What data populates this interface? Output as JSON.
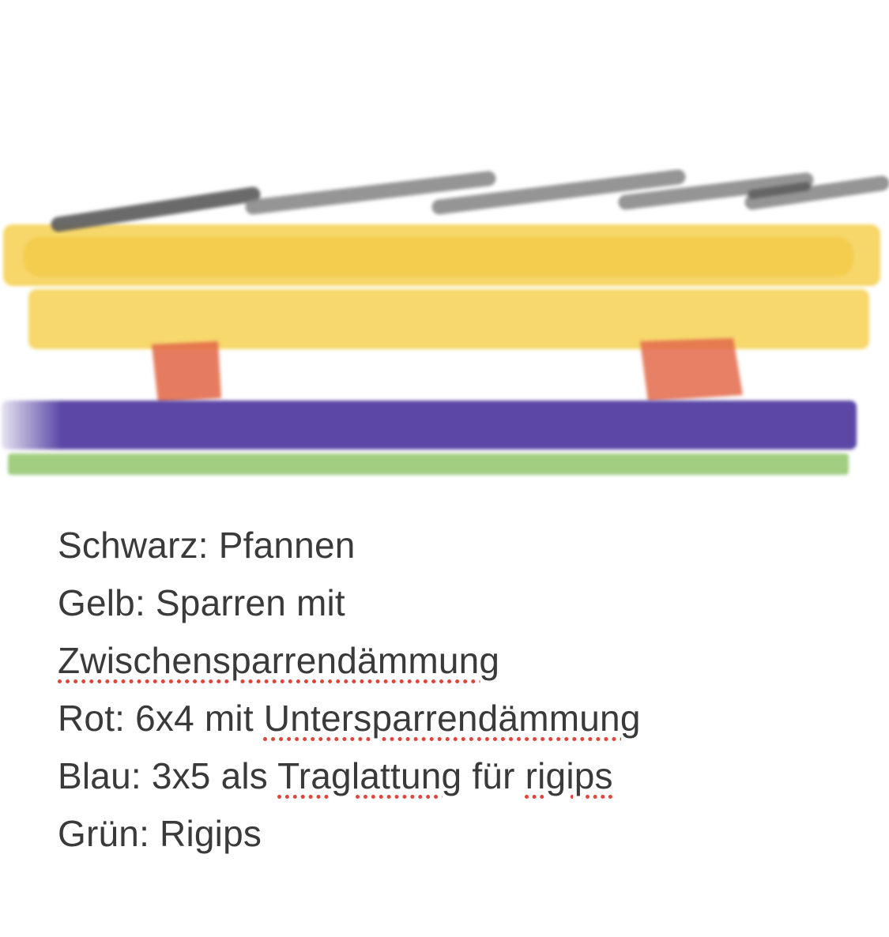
{
  "legend": [
    {
      "id": "schwarz",
      "parts": [
        {
          "text": "Schwarz: Pfannen",
          "spellcheck": false
        }
      ]
    },
    {
      "id": "gelb",
      "parts": [
        {
          "text": "Gelb: Sparren mit",
          "spellcheck": false
        }
      ]
    },
    {
      "id": "gelb-cont",
      "parts": [
        {
          "text": "Zwischensparrendämmung",
          "spellcheck": true
        }
      ]
    },
    {
      "id": "rot",
      "parts": [
        {
          "text": "Rot: 6x4 mit ",
          "spellcheck": false
        },
        {
          "text": "Untersparrendämmung",
          "spellcheck": true
        }
      ]
    },
    {
      "id": "blau",
      "parts": [
        {
          "text": "Blau: 3x5 als ",
          "spellcheck": false
        },
        {
          "text": "Traglattung",
          "spellcheck": true
        },
        {
          "text": " für ",
          "spellcheck": false
        },
        {
          "text": "rigips",
          "spellcheck": true
        }
      ]
    },
    {
      "id": "gruen",
      "parts": [
        {
          "text": "Grün: Rigips",
          "spellcheck": false
        }
      ]
    }
  ],
  "colors": {
    "pfannen": "#6b6b6b",
    "sparren": "#f5d25a",
    "sparren_dark": "#f1c43a",
    "lattung_rot": "#e36a4a",
    "traglattung_blau": "#5b47a6",
    "rigips_gruen": "#9ccb7a",
    "text": "#3a3a3a",
    "spellcheck_underline": "#e0453a"
  }
}
